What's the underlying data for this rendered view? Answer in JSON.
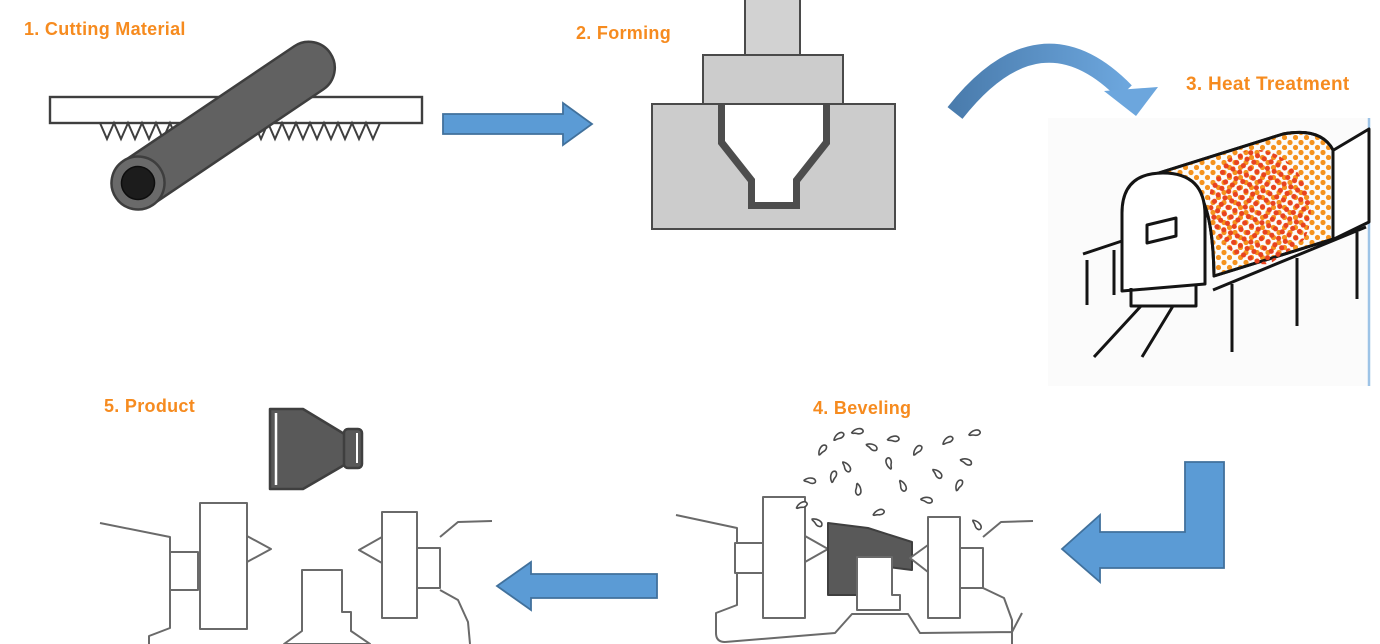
{
  "diagram": {
    "steps": [
      {
        "id": 1,
        "label": "1. Cutting Material"
      },
      {
        "id": 2,
        "label": "2. Forming"
      },
      {
        "id": 3,
        "label": "3. Heat Treatment"
      },
      {
        "id": 4,
        "label": "4. Beveling"
      },
      {
        "id": 5,
        "label": "5. Product"
      }
    ],
    "arrows": [
      {
        "from": 1,
        "to": 2,
        "shape": "straight-right"
      },
      {
        "from": 2,
        "to": 3,
        "shape": "curved-over"
      },
      {
        "from": 3,
        "to": 4,
        "shape": "elbow-down-left"
      },
      {
        "from": 4,
        "to": 5,
        "shape": "straight-left"
      }
    ],
    "colors": {
      "label_orange": "#F68B1F",
      "arrow_fill": "#5B9BD5",
      "arrow_border": "#41719C",
      "curved_arrow_dark": "#4A7CAD",
      "curved_arrow_light": "#6CA6DD",
      "machine_gray": "#CCCCCC",
      "machine_outline": "#4A4A4A",
      "part_dark_gray": "#595959",
      "lathe_line_gray": "#6A6A6A",
      "heat_dot_orange": "#F5921E",
      "heat_dot_red": "#E8431F",
      "furnace_line": "#141414",
      "panel_border_blue": "#9DC3E6"
    }
  }
}
